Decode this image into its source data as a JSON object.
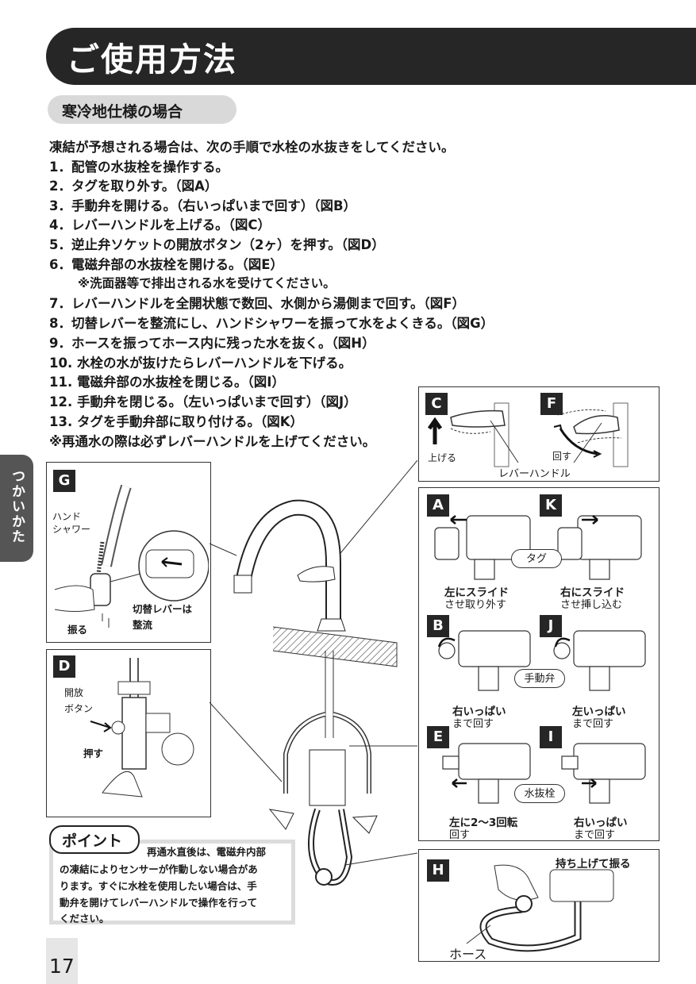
{
  "title": "ご使用方法",
  "section": "寒冷地仕様の場合",
  "intro": "凍結が予想される場合は、次の手順で水栓の水抜きをしてください。",
  "steps": [
    "1．配管の水抜栓を操作する。",
    "2．タグを取り外す。（図A）",
    "3．手動弁を開ける。（右いっぱいまで回す）（図B）",
    "4．レバーハンドルを上げる。（図C）",
    "5．逆止弁ソケットの開放ボタン（2ヶ）を押す。（図D）",
    "6．電磁弁部の水抜栓を開ける。（図E）",
    "※洗面器等で排出される水を受けてください。",
    "7．レバーハンドルを全開状態で数回、水側から湯側まで回す。（図F）",
    "8．切替レバーを整流にし、ハンドシャワーを振って水をよくきる。（図G）",
    "9．ホースを振ってホース内に残った水を抜く。（図H）",
    "10. 水栓の水が抜けたらレバーハンドルを下げる。",
    "11. 電磁弁部の水抜栓を閉じる。（図I）",
    "12. 手動弁を閉じる。（左いっぱいまで回す）（図J）",
    "13. タグを手動弁部に取り付ける。（図K）",
    "※再通水の際は必ずレバーハンドルを上げてください。"
  ],
  "side_tab": "つかいかた",
  "figures": {
    "C": {
      "badge": "C",
      "label": "上げる"
    },
    "F": {
      "badge": "F",
      "label": "回す"
    },
    "lever_label": "レバーハンドル",
    "G": {
      "badge": "G",
      "hand_shower": "ハンド\nシャワー",
      "switch": "切替レバーは\n整流",
      "shake": "振る"
    },
    "D": {
      "badge": "D",
      "open_button": "開放\nボタン",
      "push": "押す"
    },
    "A": {
      "badge": "A",
      "bold": "左にスライド",
      "sub": "させ取り外す"
    },
    "K": {
      "badge": "K",
      "bold": "右にスライド",
      "sub": "させ挿し込む"
    },
    "tag": "タグ",
    "B": {
      "badge": "B",
      "bold": "右いっぱい",
      "sub": "まで回す"
    },
    "J": {
      "badge": "J",
      "bold": "左いっぱい",
      "sub": "まで回す"
    },
    "manual_valve": "手動弁",
    "E": {
      "badge": "E",
      "bold": "左に2～3回転",
      "sub": "回す"
    },
    "I": {
      "badge": "I",
      "bold": "右いっぱい",
      "sub": "まで回す"
    },
    "drain_plug": "水抜栓",
    "H": {
      "badge": "H",
      "lift": "持ち上げて振る",
      "hose": "ホース"
    }
  },
  "point": {
    "label": "ポイント",
    "lead": "再通水直後は、電磁弁内部",
    "body": [
      "の凍結によりセンサーが作動しない場合があ",
      "ります。すぐに水栓を使用したい場合は、手",
      "動弁を開けてレバーハンドルで操作を行って",
      "ください。"
    ]
  },
  "page_number": "17"
}
